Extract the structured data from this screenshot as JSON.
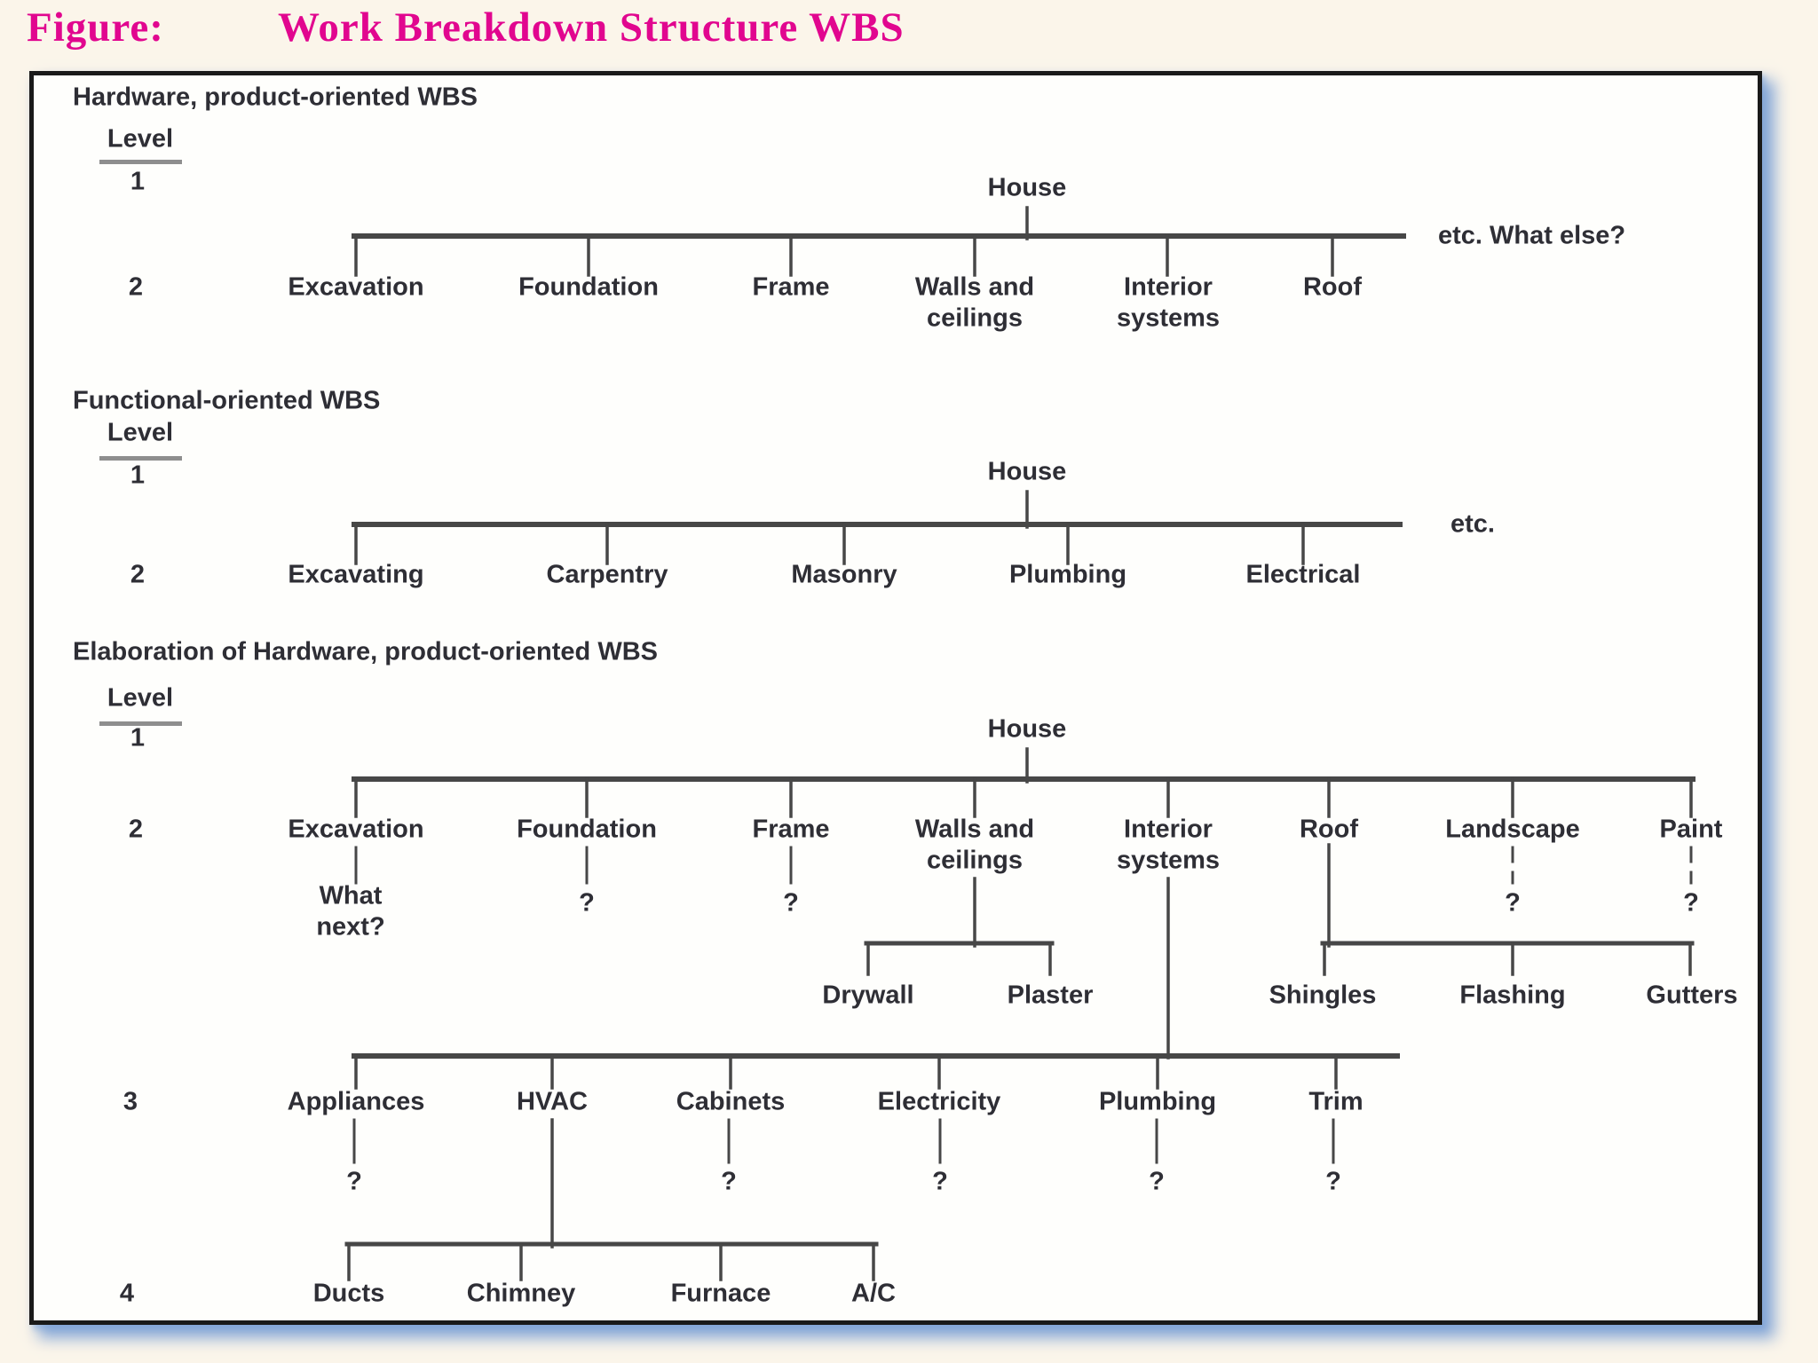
{
  "figure": {
    "label": "Figure:",
    "title": "Work Breakdown Structure WBS"
  },
  "colors": {
    "title_magenta": "#e1068f",
    "text": "#2e2e35",
    "line_gray": "#474747",
    "page_background": "#fbf5ea",
    "panel_background": "#fefefc",
    "panel_border": "#1a1a1a",
    "shadow_blue": "#80a3d6"
  },
  "sections": [
    {
      "heading": "Hardware, product-oriented WBS",
      "level_word": "Level",
      "levels": {
        "l1": "1",
        "l2": "2"
      },
      "root": "House",
      "nodes": [
        "Excavation",
        "Foundation",
        "Frame",
        "Walls and ceilings",
        "Interior systems",
        "Roof"
      ],
      "annotation": "etc. What else?"
    },
    {
      "heading": "Functional-oriented WBS",
      "level_word": "Level",
      "levels": {
        "l1": "1",
        "l2": "2"
      },
      "root": "House",
      "nodes": [
        "Excavating",
        "Carpentry",
        "Masonry",
        "Plumbing",
        "Electrical"
      ],
      "annotation": "etc."
    },
    {
      "heading": "Elaboration of Hardware, product-oriented WBS",
      "level_word": "Level",
      "levels": {
        "l1": "1",
        "l2": "2",
        "l3": "3",
        "l4": "4"
      },
      "root": "House",
      "nodes": [
        "Excavation",
        "Foundation",
        "Frame",
        "Walls and ceilings",
        "Interior systems",
        "Roof",
        "Landscape",
        "Paint"
      ],
      "notes": {
        "excavation": "What next?",
        "foundation": "?",
        "frame": "?",
        "landscape": "?",
        "paint": "?"
      },
      "walls_children": [
        "Drywall",
        "Plaster"
      ],
      "roof_children": [
        "Shingles",
        "Flashing",
        "Gutters"
      ],
      "level3_nodes": [
        "Appliances",
        "HVAC",
        "Cabinets",
        "Electricity",
        "Plumbing",
        "Trim"
      ],
      "level3_notes": {
        "appliances": "?",
        "cabinets": "?",
        "electricity": "?",
        "plumbing": "?",
        "trim": "?"
      },
      "level4_nodes": [
        "Ducts",
        "Chimney",
        "Furnace",
        "A/C"
      ]
    }
  ]
}
